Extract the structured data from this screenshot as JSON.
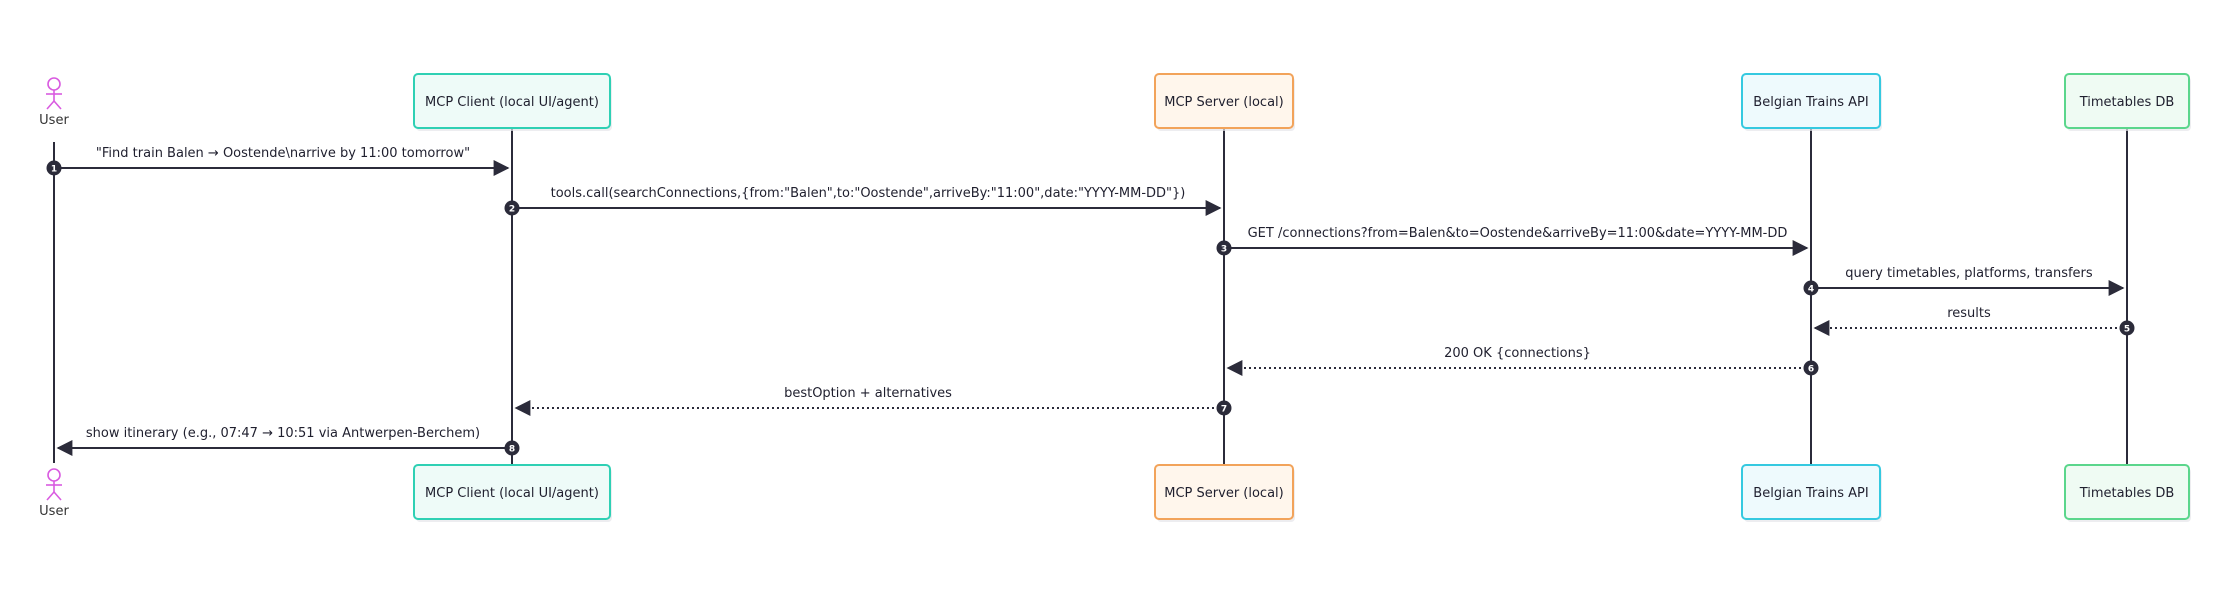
{
  "participants": [
    {
      "id": "user",
      "label": "User",
      "kind": "actor"
    },
    {
      "id": "client",
      "label": "MCP Client (local UI/agent)",
      "kind": "box",
      "color": "#2fd0b4",
      "fill": "#eefbf8"
    },
    {
      "id": "server",
      "label": "MCP Server (local)",
      "kind": "box",
      "color": "#f2a35a",
      "fill": "#fff6ec"
    },
    {
      "id": "api",
      "label": "Belgian Trains API",
      "kind": "box",
      "color": "#35c9e0",
      "fill": "#eefafd"
    },
    {
      "id": "db",
      "label": "Timetables DB",
      "kind": "box",
      "color": "#5bd68c",
      "fill": "#effbf3"
    }
  ],
  "messages": [
    {
      "step": "1",
      "from": "user",
      "to": "client",
      "style": "solid",
      "label": "\"Find train Balen → Oostende\\narrive by 11:00 tomorrow\""
    },
    {
      "step": "2",
      "from": "client",
      "to": "server",
      "style": "solid",
      "label": "tools.call(searchConnections,{from:\"Balen\",to:\"Oostende\",arriveBy:\"11:00\",date:\"YYYY-MM-DD\"})"
    },
    {
      "step": "3",
      "from": "server",
      "to": "api",
      "style": "solid",
      "label": "GET /connections?from=Balen&to=Oostende&arriveBy=11:00&date=YYYY-MM-DD"
    },
    {
      "step": "4",
      "from": "api",
      "to": "db",
      "style": "solid",
      "label": "query timetables, platforms, transfers"
    },
    {
      "step": "5",
      "from": "db",
      "to": "api",
      "style": "dotted",
      "label": "results"
    },
    {
      "step": "6",
      "from": "api",
      "to": "server",
      "style": "dotted",
      "label": "200 OK {connections}"
    },
    {
      "step": "7",
      "from": "server",
      "to": "client",
      "style": "dotted",
      "label": "bestOption + alternatives"
    },
    {
      "step": "8",
      "from": "client",
      "to": "user",
      "style": "solid",
      "label": "show itinerary (e.g., 07:47 → 10:51 via Antwerpen-Berchem)"
    }
  ],
  "colors": {
    "line": "#2b2b3a",
    "actor": "#d95be0",
    "step_badge": "#2b2b3a"
  }
}
